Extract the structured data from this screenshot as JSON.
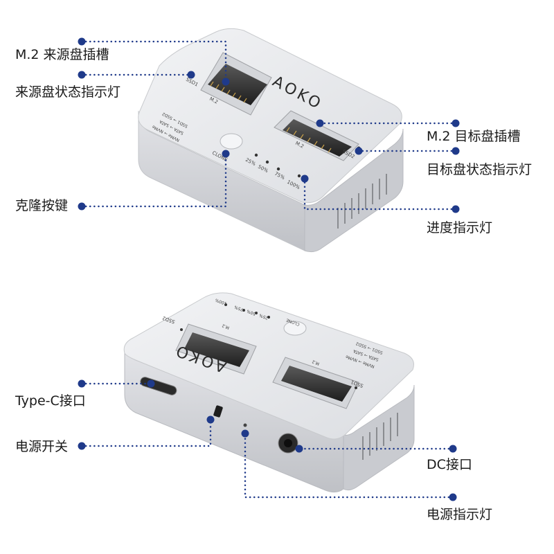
{
  "brand_logo": "AOKO",
  "colors": {
    "callout": "#1f3a8a",
    "body_top": "#e8e9ec",
    "body_side": "#cfd1d6",
    "slot_dark": "#2a2a2a"
  },
  "top_view": {
    "device_text": {
      "ssd1": "SSD1",
      "ssd2": "SSD2",
      "m2_left": "M.2",
      "m2_right": "M.2",
      "clone": "CLONE",
      "pct_25": "25%",
      "pct_50": "50%",
      "pct_75": "75%",
      "pct_100": "100%",
      "mode_line1": "SSD1 → SSD2",
      "mode_line2": "SATA → SATA",
      "mode_line3": "NVMe → NVMe"
    },
    "callouts": {
      "source_slot": "M.2 来源盘插槽",
      "source_led": "来源盘状态指示灯",
      "target_slot": "M.2 目标盘插槽",
      "target_led": "目标盘状态指示灯",
      "clone_button": "克隆按键",
      "progress_led": "进度指示灯"
    }
  },
  "bottom_view": {
    "device_text": {
      "ssd1": "SSD1",
      "ssd2": "SSD2",
      "m2_left": "M.2",
      "m2_right": "M.2",
      "clone": "CLONE",
      "pct_25": "25%",
      "pct_50": "50%",
      "pct_75": "75%",
      "pct_100": "100%",
      "mode_line1": "SSD1 → SSD2",
      "mode_line2": "SATA → SATA",
      "mode_line3": "NVMe → NVMe"
    },
    "callouts": {
      "typec_port": "Type-C接口",
      "power_switch": "电源开关",
      "dc_port": "DC接口",
      "power_led": "电源指示灯"
    }
  }
}
